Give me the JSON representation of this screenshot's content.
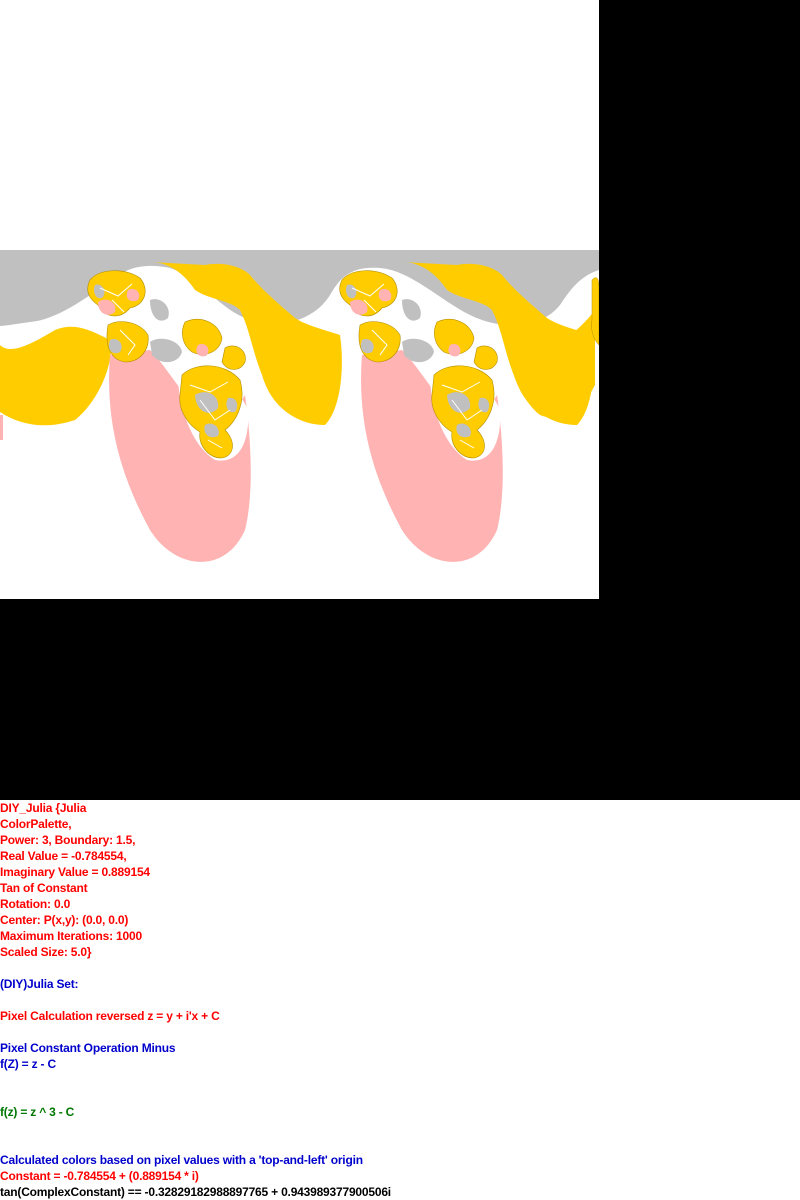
{
  "palette": {
    "background": "#ffffff",
    "frame": "#000000",
    "gray": "#c0c0c0",
    "gold": "#ffcc00",
    "pink": "#ffb3b3",
    "text_red": "#ff0000",
    "text_blue": "#0000cc",
    "text_green": "#007700",
    "text_black": "#000000"
  },
  "info": {
    "title": "DIY_Julia {Julia",
    "palette_label": "ColorPalette,",
    "power_boundary": "Power: 3, Boundary: 1.5,",
    "real_value": "Real Value = -0.784554,",
    "imaginary_value": "Imaginary Value = 0.889154",
    "tan_constant": "Tan of Constant",
    "rotation": "Rotation: 0.0",
    "center": "Center: P(x,y): (0.0, 0.0)",
    "max_iterations": "Maximum Iterations: 1000",
    "scaled_size": "Scaled Size: 5.0}",
    "set_type": "(DIY)Julia Set:",
    "pixel_calc": "Pixel Calculation reversed z = y + i'x + C",
    "constant_op": "Pixel Constant Operation Minus",
    "fz_c": "f(Z) = z - C",
    "fz_power": "f(z) = z ^ 3 - C",
    "colors_origin": "Calculated colors based on pixel values with a 'top-and-left' origin",
    "constant_expr": "Constant = -0.784554 + (0.889154 * i)",
    "tan_expr": "tan(ComplexConstant) == -0.32829182988897765 + 0.943989377900506i"
  }
}
